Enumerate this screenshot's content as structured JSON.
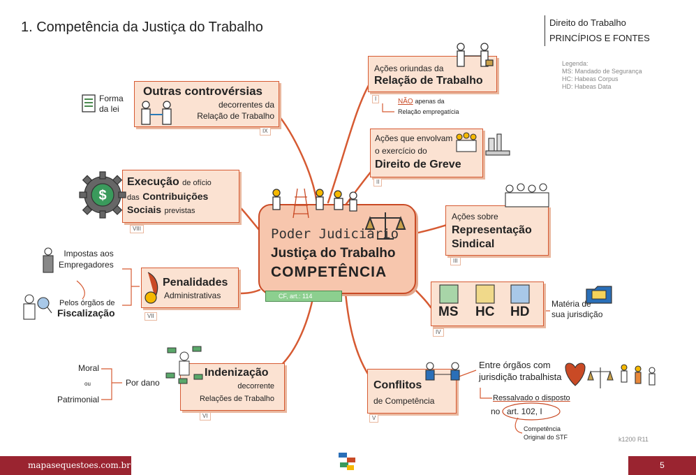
{
  "header": {
    "title": "1. Competência da Justiça do Trabalho",
    "subject": "Direito do Trabalho",
    "section": "PRINCÍPIOS E FONTES",
    "legend_title": "Legenda:",
    "legend_items": [
      "MS: Mandado de Segurança",
      "HC: Habeas Corpus",
      "HD: Habeas Data"
    ]
  },
  "center": {
    "line1": "Poder Judiciário",
    "line2": "Justiça do Trabalho",
    "line3": "COMPETÊNCIA",
    "cf_ref": "CF, art.: 114"
  },
  "branches": {
    "relacao": {
      "line1": "Ações oriundas da",
      "line2": "Relação de Trabalho",
      "roman": "I",
      "note_nao": "NÃO",
      "note_rest": "apenas da",
      "note_line2": "Relação empregatícia"
    },
    "greve": {
      "line1": "Ações que envolvam",
      "line2": "o exercício do",
      "line3": "Direito de Greve",
      "roman": "II"
    },
    "sindical": {
      "line1": "Ações sobre",
      "line2": "Representação",
      "line3": "Sindical",
      "roman": "III"
    },
    "writs": {
      "ms": "MS",
      "hc": "HC",
      "hd": "HD",
      "roman": "IV",
      "materia1": "Matéria de",
      "materia2": "sua jurisdição"
    },
    "conflitos": {
      "line1": "Conflitos",
      "line2": "de Competência",
      "roman": "V",
      "entre1": "Entre órgãos com",
      "entre2": "jurisdição trabalhista",
      "ressalvado": "Ressalvado o disposto",
      "no": "no",
      "art": "art. 102, I",
      "stf1": "Competência",
      "stf2": "Original do STF"
    },
    "indenizacao": {
      "line1": "Indenização",
      "line2": "decorrente",
      "line3": "Relações de Trabalho",
      "roman": "VI",
      "por_dano": "Por dano",
      "moral": "Moral",
      "ou": "ou",
      "patrimonial": "Patrimonial"
    },
    "penalidades": {
      "line1": "Penalidades",
      "line2": "Administrativas",
      "roman": "VII",
      "impostas1": "Impostas aos",
      "impostas2": "Empregadores",
      "pelos": "Pelos órgãos de",
      "fiscalizacao": "Fiscalização"
    },
    "execucao": {
      "w1": "Execução",
      "w2": "de ofício",
      "w3": "das",
      "w4": "Contribuições",
      "w5": "Sociais",
      "w6": "previstas",
      "roman": "VIII"
    },
    "outras": {
      "line1": "Outras controvérsias",
      "line2": "decorrentes da",
      "line3": "Relação de Trabalho",
      "roman": "IX",
      "forma1": "Forma",
      "forma2": "da lei"
    }
  },
  "footer": {
    "site": "mapasequestoes.com.br",
    "page": "5",
    "code": "k1200 R11"
  }
}
